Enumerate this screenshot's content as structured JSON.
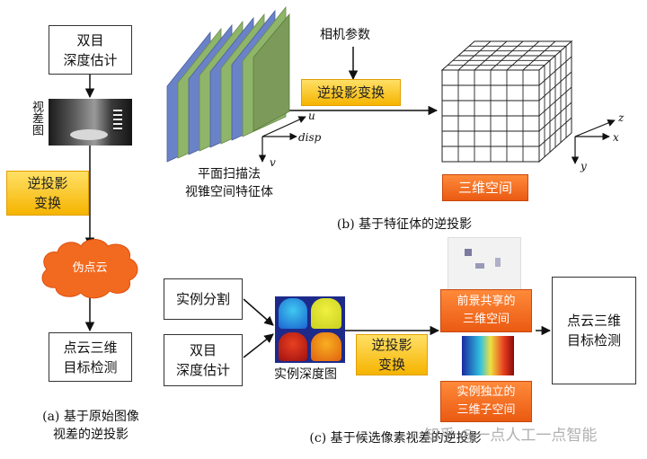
{
  "panel_a": {
    "stereo_box": [
      "双目",
      "深度估计"
    ],
    "disparity_label": "视差图",
    "backproj_box": [
      "逆投影",
      "变换"
    ],
    "pseudo_cloud": "伪点云",
    "detect_box": [
      "点云三维",
      "目标检测"
    ],
    "caption": [
      "(a) 基于原始图像",
      "视差的逆投影"
    ]
  },
  "panel_b": {
    "camera_params": "相机参数",
    "backproj_box": "逆投影变换",
    "plane_sweep_label": [
      "平面扫描法",
      "视锥空间特征体"
    ],
    "axis_u": "u",
    "axis_disp": "disp",
    "axis_v": "v",
    "axis_z": "z",
    "axis_x": "x",
    "axis_y": "y",
    "space_box": "三维空间",
    "caption": "(b) 基于特征体的逆投影"
  },
  "panel_c": {
    "seg_box": "实例分割",
    "stereo_box": [
      "双目",
      "深度估计"
    ],
    "instance_depth_label": "实例深度图",
    "backproj_box": [
      "逆投影",
      "变换"
    ],
    "fg_shared_box": [
      "前景共享的",
      "三维空间"
    ],
    "inst_indep_box": [
      "实例独立的",
      "三维子空间"
    ],
    "detect_box": [
      "点云三维",
      "目标检测"
    ],
    "caption": "(c) 基于候选像素视差的逆投影"
  },
  "watermark": "知乎 @一点人工一点智能",
  "colors": {
    "yellow": "#f6b400",
    "orange": "#ea5a12",
    "blue_plane": "#6a82c8",
    "green_plane": "#8fb56a"
  }
}
